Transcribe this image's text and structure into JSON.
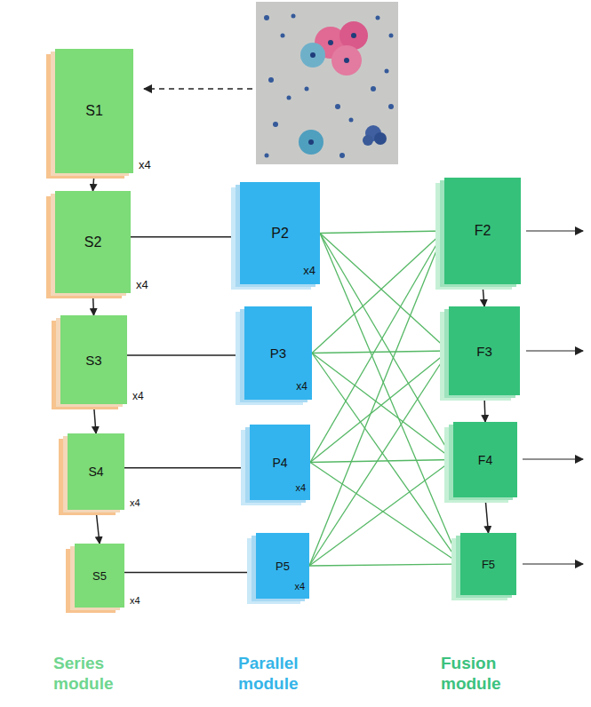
{
  "diagram": {
    "nodes": [
      {
        "text": [
          "S1",
          "x4"
        ]
      },
      {
        "text": [
          "S2",
          "x4"
        ]
      },
      {
        "text": [
          "S3",
          "x4"
        ]
      },
      {
        "text": [
          "S4",
          "x4"
        ]
      },
      {
        "text": [
          "S5",
          "x4"
        ]
      },
      {
        "text": [
          "P2",
          "x4"
        ]
      },
      {
        "text": [
          "P3",
          "x4"
        ]
      },
      {
        "text": [
          "P4",
          "x4"
        ]
      },
      {
        "text": [
          "P5",
          "x4"
        ]
      },
      {
        "text": [
          "F2"
        ]
      },
      {
        "text": [
          "F3"
        ]
      },
      {
        "text": [
          "F4"
        ]
      },
      {
        "text": [
          "F5"
        ]
      }
    ],
    "edges": [
      {
        "from": 0,
        "to": 1,
        "arrow": "to"
      },
      {
        "from": 1,
        "to": 2,
        "arrow": "to"
      },
      {
        "from": 2,
        "to": 3,
        "arrow": "to"
      },
      {
        "from": 3,
        "to": 4,
        "arrow": "to"
      },
      {
        "from": 1,
        "to": 5,
        "arrow": "to"
      },
      {
        "from": 2,
        "to": 6,
        "arrow": "to"
      },
      {
        "from": 3,
        "to": 7,
        "arrow": "to"
      },
      {
        "from": 4,
        "to": 8,
        "arrow": "to"
      },
      {
        "from": 5,
        "to": 9,
        "arrow": "to"
      },
      {
        "from": 5,
        "to": 10,
        "arrow": "to"
      },
      {
        "from": 5,
        "to": 11,
        "arrow": "to"
      },
      {
        "from": 5,
        "to": 12,
        "arrow": "to"
      },
      {
        "from": 6,
        "to": 9,
        "arrow": "to"
      },
      {
        "from": 6,
        "to": 10,
        "arrow": "to"
      },
      {
        "from": 6,
        "to": 11,
        "arrow": "to"
      },
      {
        "from": 6,
        "to": 12,
        "arrow": "to"
      },
      {
        "from": 7,
        "to": 9,
        "arrow": "to"
      },
      {
        "from": 7,
        "to": 10,
        "arrow": "to"
      },
      {
        "from": 7,
        "to": 11,
        "arrow": "to"
      },
      {
        "from": 7,
        "to": 12,
        "arrow": "to"
      },
      {
        "from": 8,
        "to": 9,
        "arrow": "to"
      },
      {
        "from": 8,
        "to": 10,
        "arrow": "to"
      },
      {
        "from": 8,
        "to": 11,
        "arrow": "to"
      },
      {
        "from": 8,
        "to": 12,
        "arrow": "to"
      },
      {
        "from": 9,
        "to": 10,
        "arrow": "to"
      },
      {
        "from": 10,
        "to": 11,
        "arrow": "to"
      },
      {
        "from": 11,
        "to": 12,
        "arrow": "to"
      }
    ],
    "labels": [
      "Series module",
      "Parallel module",
      "Fusion module"
    ]
  }
}
